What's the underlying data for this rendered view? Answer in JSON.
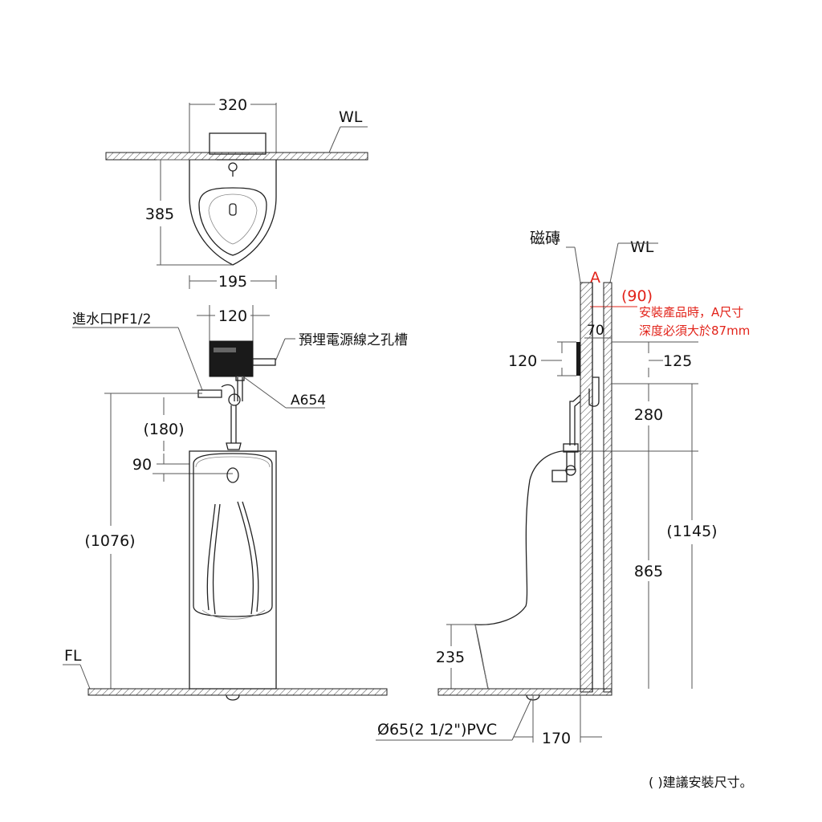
{
  "top_view": {
    "width_label": "320",
    "wall_label": "WL",
    "depth_label": "385"
  },
  "front_view": {
    "width_195": "195",
    "width_120": "120",
    "inlet_label": "進水口PF1/2",
    "conduit_label": "預埋電源線之孔槽",
    "model_label": "A654",
    "dim_180": "(180)",
    "dim_90": "90",
    "dim_1076": "(1076)",
    "floor_label": "FL"
  },
  "side_view": {
    "tile_label": "磁磚",
    "wall_label": "WL",
    "a_label": "A",
    "dim_90_red": "(90)",
    "red_note_line1": "安裝產品時，A尺寸",
    "red_note_line2": "深度必須大於87mm",
    "dim_70": "70",
    "dim_120": "120",
    "dim_125": "125",
    "dim_280": "280",
    "dim_1145": "(1145)",
    "dim_865": "865",
    "dim_235": "235",
    "pipe_label": "Ø65(2 1/2\")PVC",
    "dim_170": "170"
  },
  "footnote": "( )建議安裝尺寸。",
  "colors": {
    "line": "#222222",
    "accent_red": "#e2231a",
    "sensor_box": "#1a1a1a"
  }
}
